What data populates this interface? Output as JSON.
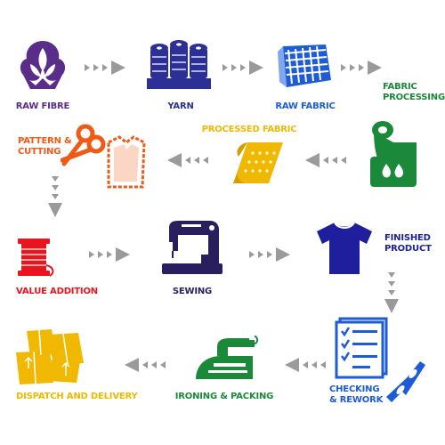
{
  "steps": [
    {
      "id": "raw-fibre",
      "line1": "RAW FIBRE",
      "line2": "",
      "color": "#5b2d8a",
      "icon": "cotton-boll-icon"
    },
    {
      "id": "yarn",
      "line1": "YARN",
      "line2": "",
      "color": "#2b2f96",
      "icon": "yarn-spools-icon"
    },
    {
      "id": "raw-fabric",
      "line1": "RAW FABRIC",
      "line2": "",
      "color": "#1e5bd6",
      "icon": "woven-fabric-icon"
    },
    {
      "id": "fabric-processing",
      "line1": "FABRIC",
      "line2": "PROCESSING",
      "color": "#1a8a3a",
      "icon": "fabric-roll-dye-icon"
    },
    {
      "id": "processed-fabric",
      "line1": "PROCESSED FABRIC",
      "line2": "",
      "color": "#f0b800",
      "icon": "rolled-fabric-icon"
    },
    {
      "id": "pattern-cutting",
      "line1": "PATTERN &",
      "line2": "CUTTING",
      "color": "#f05a14",
      "icon": "scissors-pattern-icon"
    },
    {
      "id": "value-addition",
      "line1": "VALUE ADDITION",
      "line2": "",
      "color": "#e8141e",
      "icon": "thread-spool-icon"
    },
    {
      "id": "sewing",
      "line1": "SEWING",
      "line2": "",
      "color": "#2a1f5e",
      "icon": "sewing-machine-icon"
    },
    {
      "id": "finished-product",
      "line1": "FINISHED",
      "line2": "PRODUCT",
      "color": "#1f1f9e",
      "icon": "t-shirt-icon"
    },
    {
      "id": "checking-rework",
      "line1": "CHECKING",
      "line2": "& REWORK",
      "color": "#1e5bd6",
      "icon": "checklist-clippers-icon"
    },
    {
      "id": "ironing-packing",
      "line1": "IRONING & PACKING",
      "line2": "",
      "color": "#1a8a3a",
      "icon": "iron-icon"
    },
    {
      "id": "dispatch-delivery",
      "line1": "DISPATCH AND DELIVERY",
      "line2": "",
      "color": "#f0b800",
      "icon": "parcels-icon"
    }
  ],
  "colors": {
    "arrow": "#9a9a9a"
  }
}
